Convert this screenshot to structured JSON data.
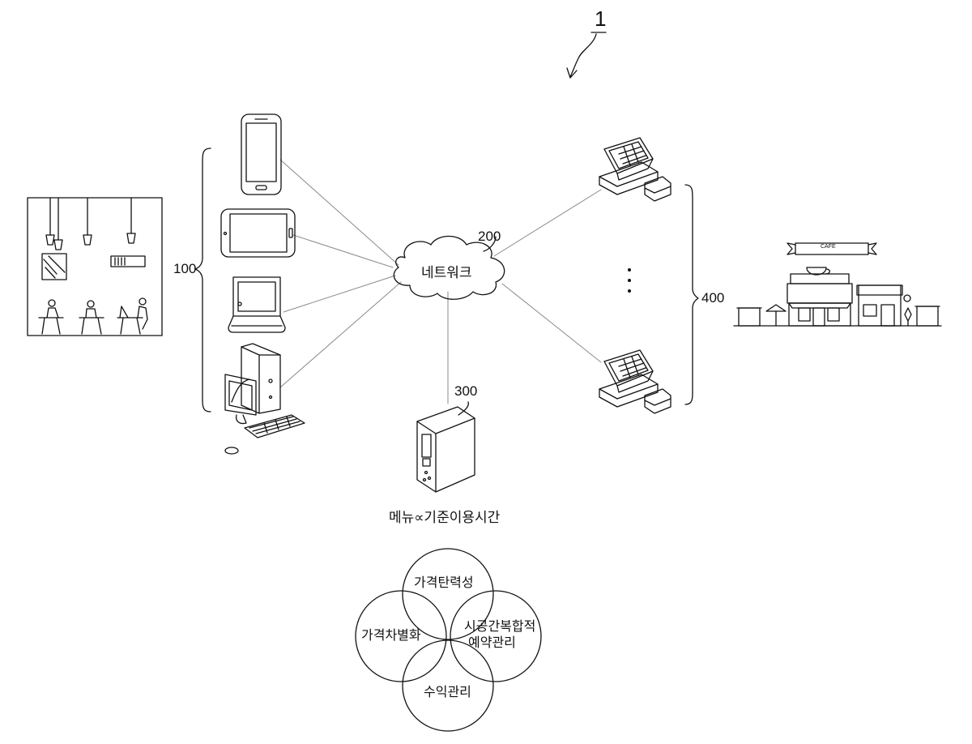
{
  "figure_number": "1",
  "labels": {
    "user_terminals": "100",
    "network_ref": "200",
    "network": "네트워크",
    "server_ref": "300",
    "store_terminals": "400",
    "formula": "메뉴∝기준이용시간",
    "cafe_sign": "CAFE"
  },
  "circles": {
    "top": "가격탄력성",
    "left": "가격차별화",
    "right_line1": "시공간복합적",
    "right_line2": "예약관리",
    "bottom": "수익관리"
  },
  "colors": {
    "line": "#111111",
    "connector": "#8a8a8a"
  }
}
